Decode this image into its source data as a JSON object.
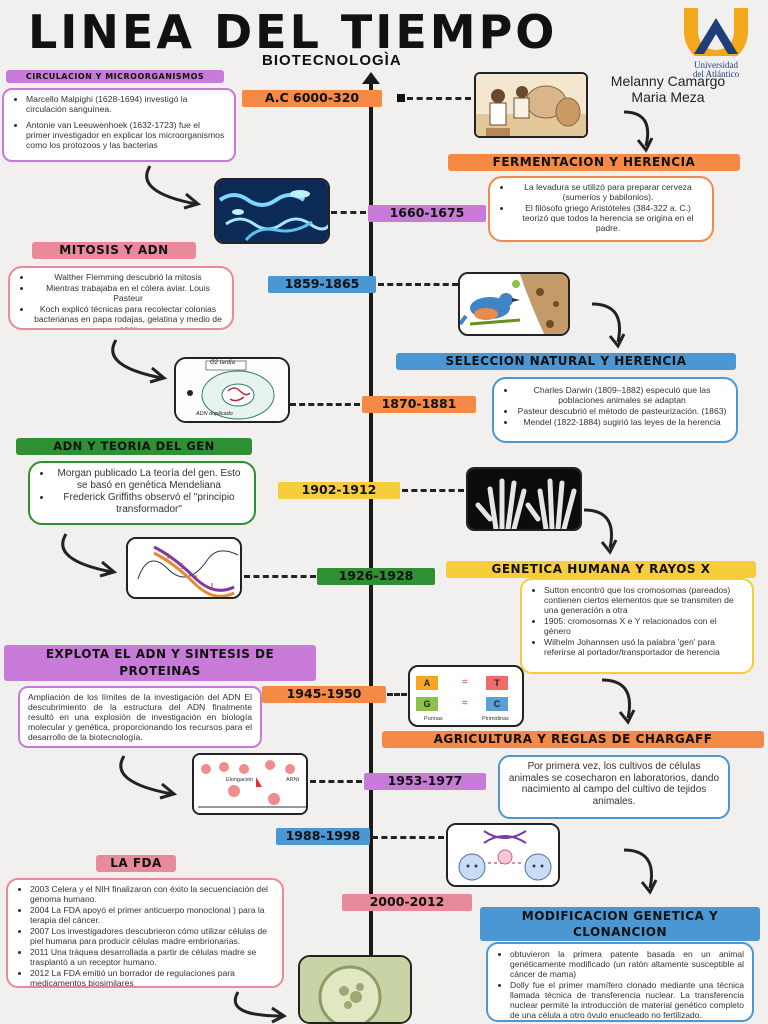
{
  "header": {
    "title": "LINEA DEL TIEMPO",
    "subtitle": "BIOTECNOLOGÌA",
    "authors": [
      "Melanny Camargo",
      "Maria Meza"
    ],
    "university": [
      "Universidad",
      "del Atlántico"
    ]
  },
  "colors": {
    "orange": "#f48a46",
    "purple": "#c77ad8",
    "pink": "#e88a99",
    "blue": "#4a97d4",
    "yellow": "#f7cd3a",
    "green": "#2e8f33",
    "gray": "#333"
  },
  "dates": [
    "A.C 6000-320",
    "1660-1675",
    "1859-1865",
    "1870-1881",
    "1902-1912",
    "1926-1928",
    "1945-1950",
    "1953-1977",
    "1988-1998",
    "2000-2012"
  ],
  "tags": {
    "circulacion": "CIRCULACION Y MICROORGANISMOS",
    "fermentacion": "FERMENTACION Y HERENCIA",
    "mitosis": "MITOSIS Y ADN",
    "seleccion": "SELECCION NATURAL Y HERENCIA",
    "adn_teoria": "ADN Y TEORIA DEL GEN",
    "genetica": "GENETICA HUMANA Y RAYOS X",
    "explota": "EXPLOTA EL ADN Y SINTESIS DE PROTEINAS",
    "agricultura": "AGRICULTURA Y REGLAS DE CHARGAFF",
    "fda": "LA FDA",
    "modificacion": "MODIFICACION GENETICA Y CLONANCION"
  },
  "boxes": {
    "circulacion": [
      "Marcello Malpighi (1628-1694) investigó la circulación sanguínea.",
      "Antonie van Leeuwenhoek (1632-1723) fue el primer investigador en explicar los microorganismos como los protozoos y las bacterias"
    ],
    "fermentacion": [
      "La levadura se utilizó para preparar cerveza (sumerios y babilonios).",
      "El filósofo griego Aristóteles (384-322 a. C.) teorizó que todos la herencia se origina en el padre."
    ],
    "mitosis": [
      "Walther Flemming descubrió la mitosis",
      "Mientras trabajaba en el cólera aviar. Louis Pasteur",
      "Koch explicó técnicas para recolectar colonias bacterianas en papa rodajas, gelatina y medio de agar"
    ],
    "seleccion": [
      "Charles Darwin (1809–1882) especuló que las poblaciones animales se adaptan",
      "Pasteur descubrió el método de pasteurización. (1863)",
      "Mendel (1822-1884) sugirió las leyes de la herencia"
    ],
    "adn_teoria": [
      "Morgan publicado La teoría del gen. Esto se basó en genética Mendeliana",
      "Frederick Griffiths observó el \"principio transformador\""
    ],
    "genetica": [
      "Sutton encontró que los cromosomas (pareados) contienen ciertos elementos que se transmiten de una generación a otra",
      "1905: cromosomas X e Y relacionados con el género",
      "Wilhelm Johannsen usó la palabra 'gen' para referirse al portador/transportador de herencia"
    ],
    "explota": "Ampliación de los límites de la investigación del ADN El descubrimiento de la estructura del ADN finalmente resultó en una explosión de investigación en biología molecular y genética, proporcionando los recursos para el desarrollo de la biotecnología.",
    "agricultura": "Por primera vez, los cultivos de células animales se cosecharon en laboratorios, dando nacimiento al campo del cultivo de tejidos animales.",
    "fda": [
      "2003 Celera y el NIH finalizaron con éxito la secuenciación del genoma humano.",
      "2004 La FDA apoyó el primer anticuerpo monoclonal ) para la terapia del cáncer.",
      "2007 Los investigadores descubrieron cómo utilizar células de piel humana para producir células madre embrionarias.",
      "2011 Una tráquea desarrollada a partir de células madre se trasplantó a un receptor humano.",
      "2012 La FDA emitió un borrador de regulaciones para medicamentos biosimilares"
    ],
    "modificacion": [
      "obtuvieron la primera patente basada en un animal genéticamente modificado (un ratón altamente susceptible al cáncer de mama)",
      "Dolly fue el primer mamífero clonado mediante una técnica llamada técnica de transferencia nuclear. La transferencia nuclear permite la introducción de material genético completo de una célula a otro óvulo enucleado no fertilizado."
    ]
  },
  "chargaff": {
    "a": "A",
    "t": "T",
    "g": "G",
    "c": "C",
    "purinas": "Purinas",
    "pirimidinas": "Pirimidinas"
  },
  "diagram_labels": {
    "g2": "G2 tardía",
    "adn": "ADN duplicado",
    "elongacion": "Elongación",
    "arnt": "ARNt"
  }
}
